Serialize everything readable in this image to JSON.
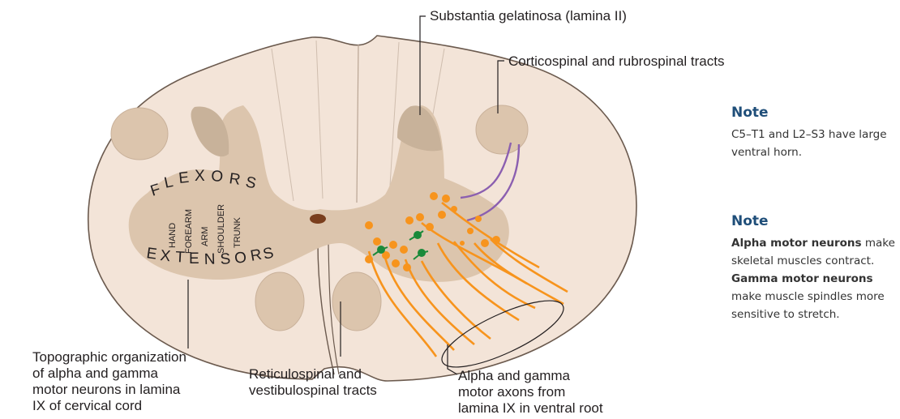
{
  "labels": {
    "substantia": "Substantia gelatinosa (lamina II)",
    "corticospinal": "Corticospinal and rubrospinal tracts",
    "topographic": [
      "Topographic organization",
      "of alpha and gamma",
      "motor neurons in lamina",
      "IX of cervical cord"
    ],
    "reticulospinal": [
      "Reticulospinal and",
      "vestibulospinal tracts"
    ],
    "alpha_gamma": [
      "Alpha and gamma",
      "motor axons from",
      "lamina IX in ventral root"
    ],
    "flexors": "FLEXORS",
    "extensors": "EXTENSORS",
    "regions": [
      "HAND",
      "FOREARM",
      "ARM",
      "SHOULDER",
      "TRUNK"
    ]
  },
  "notes": [
    {
      "title": "Note",
      "body": "C5–T1 and L2–S3 have large ventral horn."
    },
    {
      "title": "Note",
      "bold1": "Alpha motor neurons",
      "text1": " make skeletal muscles contract. ",
      "bold2": "Gamma motor neurons",
      "text2": " make muscle spindles more sensitive to stretch."
    }
  ],
  "colors": {
    "white_matter": "#f3e4d8",
    "gray_matter": "#dcc5ad",
    "outline": "#6b5a4e",
    "neuron": "#f7941d",
    "gamma": "#1a8a3a",
    "tract": "#8b5fb0",
    "canal": "#7a3e1d"
  }
}
